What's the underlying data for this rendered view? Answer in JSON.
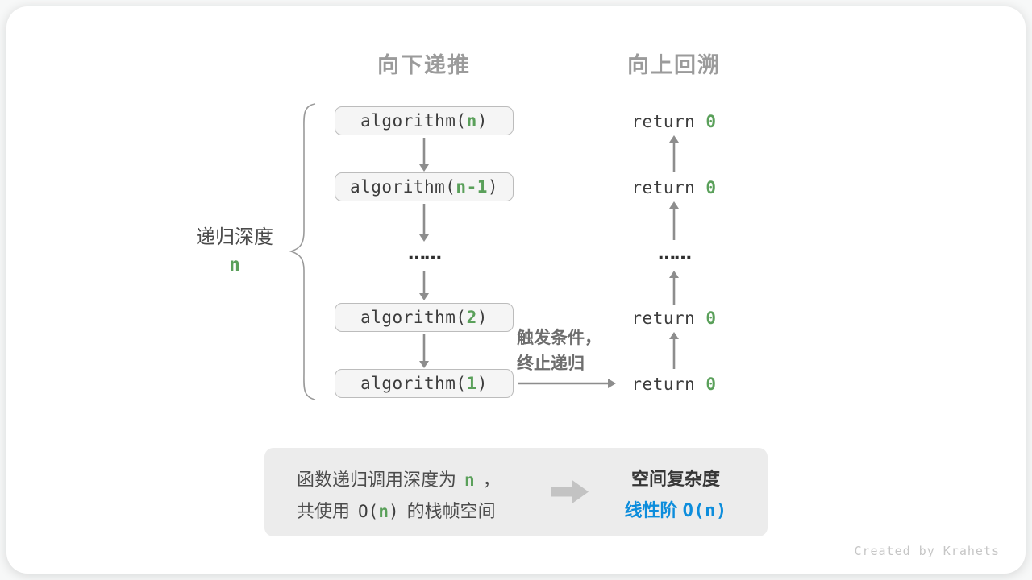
{
  "headers": {
    "down": "向下递推",
    "up": "向上回溯"
  },
  "depth_label": {
    "text": "递归深度",
    "value": "n"
  },
  "call_stack": {
    "boxes": [
      {
        "pre": "algorithm(",
        "arg": "n",
        "post": ")"
      },
      {
        "pre": "algorithm(",
        "arg": "n-1",
        "post": ")"
      },
      {
        "pre": "algorithm(",
        "arg": "2",
        "post": ")"
      },
      {
        "pre": "algorithm(",
        "arg": "1",
        "post": ")"
      }
    ],
    "ellipsis": "……"
  },
  "returns": {
    "pre": "return ",
    "value": "0",
    "ellipsis": "……"
  },
  "trigger": {
    "line1": "触发条件，",
    "line2": "终止递归"
  },
  "summary": {
    "line1_pre": "函数递归调用深度为",
    "line1_n": "n",
    "line1_post": "，",
    "line2_pre": "共使用",
    "line2_o_open": "O(",
    "line2_n": "n",
    "line2_o_close": ")",
    "line2_post": "的栈帧空间",
    "right_title": "空间复杂度",
    "right_result_label": "线性阶",
    "right_result_o": "O(n)"
  },
  "footer": "Created by Krahets",
  "colors": {
    "green": "#5aa05a",
    "blue": "#0d8ddc",
    "arrow": "#8d8d8d",
    "header_gray": "#9b9b9b",
    "big_arrow_gray": "#c3c3c3"
  }
}
